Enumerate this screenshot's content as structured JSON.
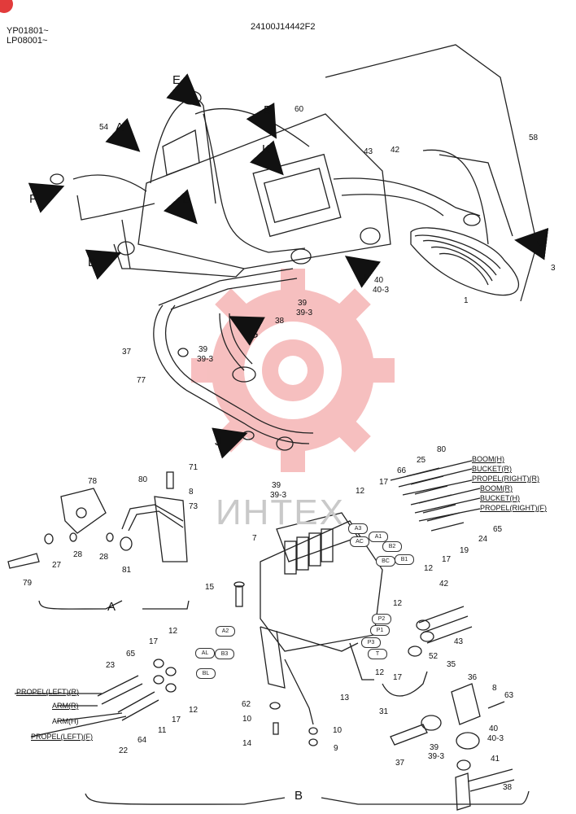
{
  "header": {
    "serial_1": "YP01801~",
    "serial_2": "LP08001~",
    "part_code": "24100J14442F2"
  },
  "watermark": {
    "text": "ИНТЕХ",
    "color": "#e8494a"
  },
  "view_letters": {
    "e": "E",
    "a": "A",
    "b": "B",
    "k": "K",
    "f": "F",
    "l": "L",
    "d": "D",
    "c": "C",
    "h": "H",
    "g": "G",
    "j": "J",
    "section_a": "A",
    "section_b": "B"
  },
  "callouts": {
    "c54": "54",
    "c60": "60",
    "c43a": "43",
    "c42a": "42",
    "c58": "58",
    "c3": "3",
    "c1": "1",
    "c40a": "40",
    "c40_3a": "40-3",
    "c39a": "39",
    "c39_3a": "39-3",
    "c38a": "38",
    "c37a": "37",
    "c39b": "39",
    "c39_3b": "39-3",
    "c77": "77",
    "c39c": "39",
    "c39_3c": "39-3",
    "c78": "78",
    "c80a": "80",
    "c71": "71",
    "c8a": "8",
    "c73": "73",
    "c79": "79",
    "c27": "27",
    "c28a": "28",
    "c28b": "28",
    "c81": "81",
    "c80b": "80",
    "c25": "25",
    "c66": "66",
    "c12a": "12",
    "c17a": "17",
    "c7": "7",
    "c65a": "65",
    "c24": "24",
    "c19": "19",
    "c17b": "17",
    "c12b": "12",
    "c42b": "42",
    "c15": "15",
    "c12c": "12",
    "c43b": "43",
    "c52": "52",
    "c35": "35",
    "c17c": "17",
    "c36": "36",
    "c8b": "8",
    "c63": "63",
    "c12d": "12",
    "c13": "13",
    "c31": "31",
    "c40b": "40",
    "c40_3b": "40-3",
    "c39d": "39",
    "c39_3d": "39-3",
    "c41": "41",
    "c37b": "37",
    "c38b": "38",
    "c62": "62",
    "c10a": "10",
    "c14": "14",
    "c10b": "10",
    "c9": "9",
    "c23": "23",
    "c65b": "65",
    "c12e": "12",
    "c17d": "17",
    "c17e": "17",
    "c12f": "12",
    "c11": "11",
    "c22": "22",
    "c64": "64"
  },
  "port_labels": {
    "boom_h": "BOOM(H)",
    "bucket_r": "BUCKET(R)",
    "propel_right_r": "PROPEL(RIGHT)(R)",
    "boom_r": "BOOM(R)",
    "bucket_h": "BUCKET(H)",
    "propel_right_f": "PROPEL(RIGHT)(F)",
    "propel_left_r": "PROPEL(LEFT)(R)",
    "arm_r": "ARM(R)",
    "arm_h": "ARM(H)",
    "propel_left_f": "PROPEL(LEFT)(F)"
  },
  "port_tags": {
    "a3": "A3",
    "ac": "AC",
    "a1": "A1",
    "b2": "B2",
    "bc": "BC",
    "b1": "B1",
    "p2": "P2",
    "p1": "P1",
    "p3": "P3",
    "t": "T",
    "a2": "A2",
    "al": "AL",
    "b3": "B3",
    "bl": "BL"
  }
}
